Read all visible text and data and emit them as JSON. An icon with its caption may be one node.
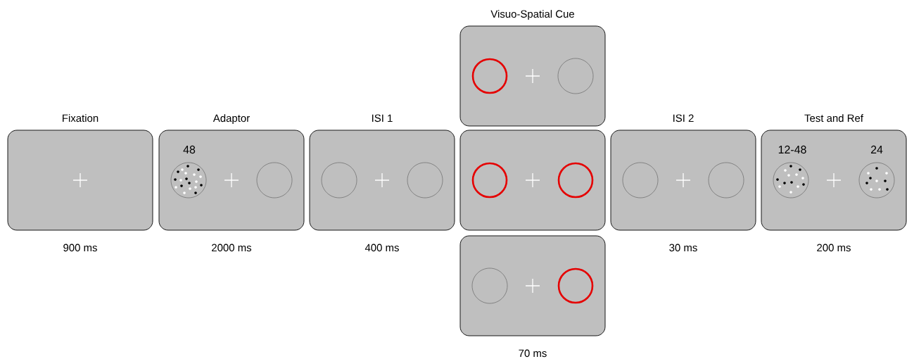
{
  "diagram": {
    "nodes": [
      {
        "text": [
          "Fixation"
        ],
        "beside": [
          "900 ms"
        ]
      },
      {
        "text": [
          "Adaptor",
          "48"
        ],
        "beside": [
          "2000 ms"
        ]
      },
      {
        "text": [
          "ISI 1"
        ],
        "beside": [
          "400 ms"
        ]
      },
      {
        "text": [
          "Visuo-Spatial Cue"
        ]
      },
      {
        "text": [],
        "shape": "box"
      },
      {
        "text": [],
        "shape": "box",
        "beside": [
          "70 ms"
        ]
      },
      {
        "text": [
          "ISI 2"
        ],
        "beside": [
          "30 ms"
        ]
      },
      {
        "text": [
          "Test and Ref",
          "12-48",
          "24"
        ],
        "beside": [
          "200 ms"
        ]
      }
    ]
  }
}
